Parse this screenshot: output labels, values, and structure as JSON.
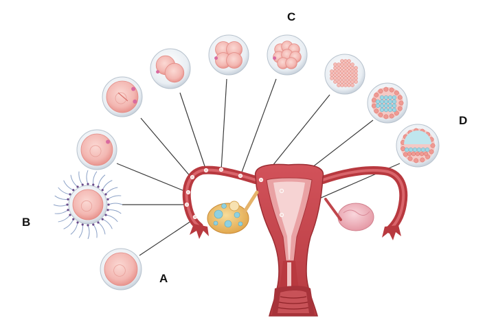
{
  "labels": {
    "a": "A",
    "b": "B",
    "c": "C",
    "d": "D"
  },
  "colors": {
    "uterus": "#c8444a",
    "uterus_dark": "#8e2227",
    "uterus_inner": "#e9a2a4",
    "cell_pink": "#f3b7b2",
    "cell_blue": "#9fd6e3",
    "ovary_right": "#efb8c0",
    "ovary_left": "#f2c46d",
    "leader_line": "#3a3a3a"
  },
  "stages": [
    {
      "id": "oocyte-released",
      "kind": "single"
    },
    {
      "id": "oocyte-with-sperm",
      "kind": "sperm"
    },
    {
      "id": "zygote",
      "kind": "zygote"
    },
    {
      "id": "pronuclei",
      "kind": "pronuclei"
    },
    {
      "id": "two-cell",
      "kind": "cells",
      "n": 2
    },
    {
      "id": "four-cell",
      "kind": "cells",
      "n": 4
    },
    {
      "id": "eight-cell",
      "kind": "cells",
      "n": 8
    },
    {
      "id": "morula",
      "kind": "morula"
    },
    {
      "id": "early-blastocyst",
      "kind": "blastocyst"
    },
    {
      "id": "late-blastocyst",
      "kind": "blastocyst2"
    }
  ]
}
